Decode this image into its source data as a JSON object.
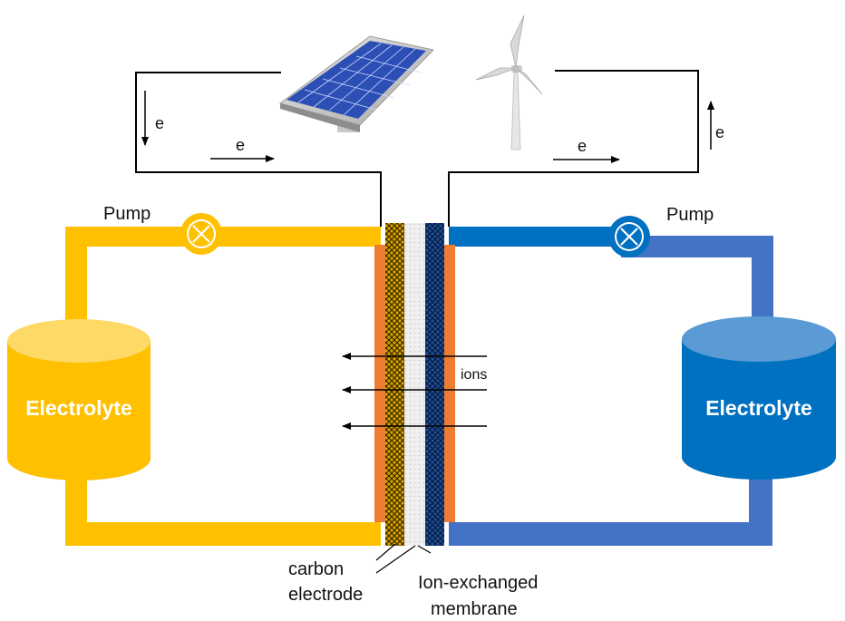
{
  "electron_labels": {
    "left_down": "e",
    "left_right": "e",
    "right_right": "e",
    "right_up": "e"
  },
  "pumps": {
    "left_label": "Pump",
    "right_label": "Pump"
  },
  "tanks": {
    "left_label": "Electrolyte",
    "right_label": "Electrolyte"
  },
  "ions_label": "ions",
  "callouts": {
    "carbon_line1": "carbon",
    "carbon_line2": "electrode",
    "membrane_line1": "Ion-exchanged",
    "membrane_line2": "membrane"
  },
  "icons": {
    "solar": "solar-panel-icon",
    "wind": "wind-turbine-icon",
    "pump": "pump-valve-icon"
  },
  "colors": {
    "anolyte": "#FFC000",
    "anolyte_top": "#FFD966",
    "catholyte_pipe": "#4472C4",
    "catholyte_tank": "#0070C0",
    "catholyte_top": "#5B9BD5",
    "pump_right": "#0070C0",
    "current_collector": "#ED7D31",
    "membrane": "#F2F2F2",
    "solar_cells": "#2C4FB5",
    "wire": "#000000"
  }
}
